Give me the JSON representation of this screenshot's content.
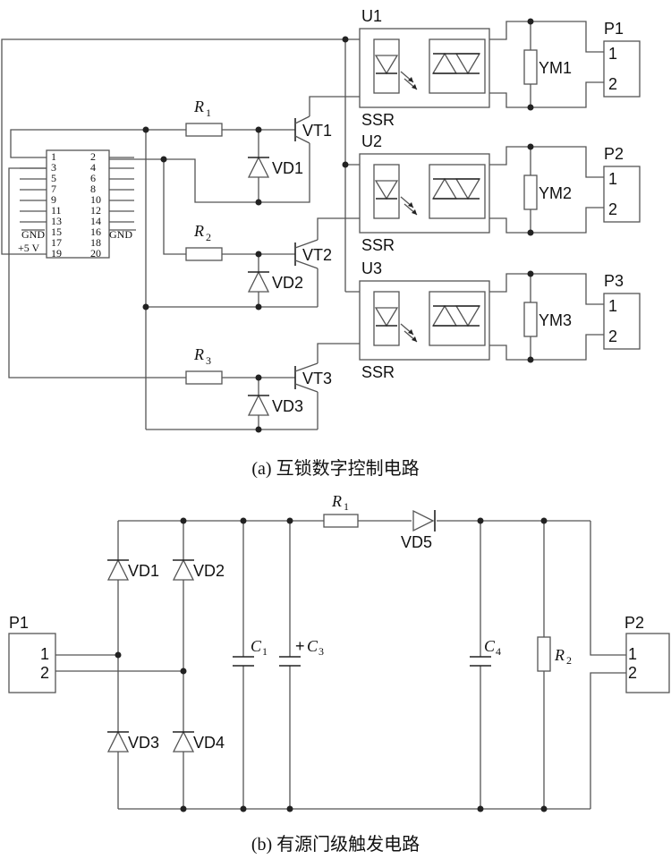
{
  "captions": {
    "a": "(a)  互锁数字控制电路",
    "b": "(b)  有源门级触发电路"
  },
  "circuit_a": {
    "connector": {
      "pins_left": [
        "1",
        "3",
        "5",
        "7",
        "9",
        "11",
        "13",
        "15",
        "17",
        "19"
      ],
      "pins_right": [
        "2",
        "4",
        "6",
        "8",
        "10",
        "12",
        "14",
        "16",
        "18",
        "20"
      ],
      "gnd_left": "GND",
      "gnd_right": "GND",
      "vcc": "+5 V"
    },
    "resistors": [
      {
        "letter": "R",
        "sub": "1"
      },
      {
        "letter": "R",
        "sub": "2"
      },
      {
        "letter": "R",
        "sub": "3"
      }
    ],
    "diodes": [
      "VD1",
      "VD2",
      "VD3"
    ],
    "transistors": [
      "VT1",
      "VT2",
      "VT3"
    ],
    "ssr_units": [
      {
        "name": "U1",
        "type": "SSR",
        "load": "YM1",
        "port": "P1",
        "pins": [
          "1",
          "2"
        ]
      },
      {
        "name": "U2",
        "type": "SSR",
        "load": "YM2",
        "port": "P2",
        "pins": [
          "1",
          "2"
        ]
      },
      {
        "name": "U3",
        "type": "SSR",
        "load": "YM3",
        "port": "P3",
        "pins": [
          "1",
          "2"
        ]
      }
    ]
  },
  "circuit_b": {
    "port_in": {
      "name": "P1",
      "pins": [
        "1",
        "2"
      ]
    },
    "port_out": {
      "name": "P2",
      "pins": [
        "1",
        "2"
      ]
    },
    "bridge_diodes": [
      "VD1",
      "VD2",
      "VD3",
      "VD4"
    ],
    "series_diode": "VD5",
    "r1": {
      "letter": "R",
      "sub": "1"
    },
    "r2": {
      "letter": "R",
      "sub": "2"
    },
    "c1": {
      "letter": "C",
      "sub": "1"
    },
    "c3": {
      "prefix": "+",
      "letter": "C",
      "sub": "3"
    },
    "c4": {
      "letter": "C",
      "sub": "4"
    }
  }
}
